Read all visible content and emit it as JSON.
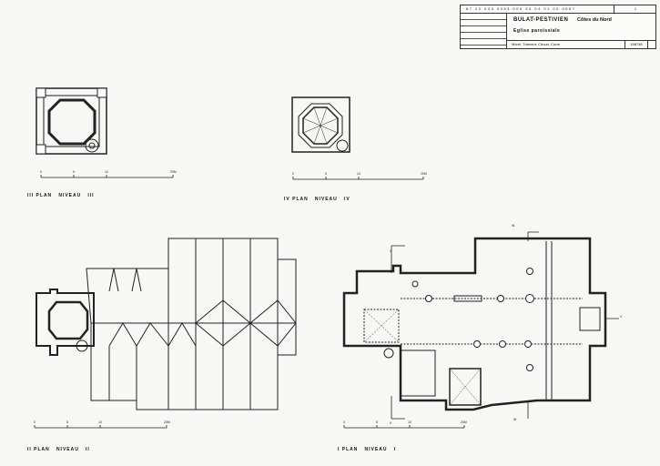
{
  "title_block": {
    "code": "87 22 033 0033 000 33 04 01 00 0057",
    "sheet": "1",
    "commune": "BULAT-PESTIVIEN",
    "department": "Côtes du Nord",
    "building": "Eglise paroissiale",
    "authors": "Morel, Trameur, Chouri, Corre",
    "ref_number": "198748"
  },
  "plans": [
    {
      "label": "III PLAN   NIVEAU   III",
      "scale_ticks": [
        "0",
        "5",
        "10",
        "20M"
      ]
    },
    {
      "label": "IV PLAN   NIVEAU   IV",
      "scale_ticks": [
        "0",
        "5",
        "10",
        "20M"
      ]
    },
    {
      "label": "II PLAN   NIVEAU   II",
      "scale_ticks": [
        "0",
        "5",
        "10",
        "20M"
      ]
    },
    {
      "label": "I PLAN   NIVEAU   I",
      "scale_ticks": [
        "0",
        "5",
        "10",
        "20M"
      ]
    }
  ],
  "section_marks": {
    "x": "X",
    "w": "W",
    "v": "V"
  }
}
